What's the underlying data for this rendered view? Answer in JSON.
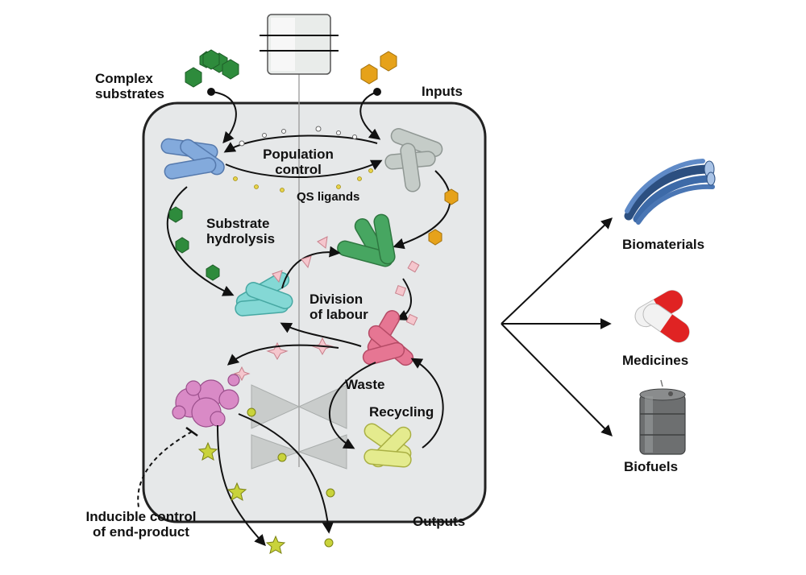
{
  "labels": {
    "complex_substrates": "Complex\nsubstrates",
    "inputs": "Inputs",
    "population_control": "Population\ncontrol",
    "qs_ligands": "QS ligands",
    "substrate_hydrolysis": "Substrate\nhydrolysis",
    "division_of_labour": "Division\nof labour",
    "waste": "Waste",
    "recycling": "Recycling",
    "inducible_control": "Inducible control\nof end-product",
    "outputs": "Outputs"
  },
  "products": [
    {
      "name": "Biomaterials",
      "icon": "fiber-bundle-icon"
    },
    {
      "name": "Medicines",
      "icon": "capsule-icon"
    },
    {
      "name": "Biofuels",
      "icon": "fuel-barrel-icon"
    }
  ],
  "colors": {
    "reactor_fill": "#e6e8e9",
    "substrate_green": "#2e8b3c",
    "input_orange": "#e6a21a",
    "cell_blue": "#7ea7dc",
    "cell_grey": "#c4cbc7",
    "cell_green": "#3fa35a",
    "cell_cyan": "#7fd8d4",
    "cell_pink": "#e7708f",
    "cell_yellow": "#e4ec8a",
    "product_purple": "#d98ac6",
    "star_yellow": "#c9d33b"
  }
}
